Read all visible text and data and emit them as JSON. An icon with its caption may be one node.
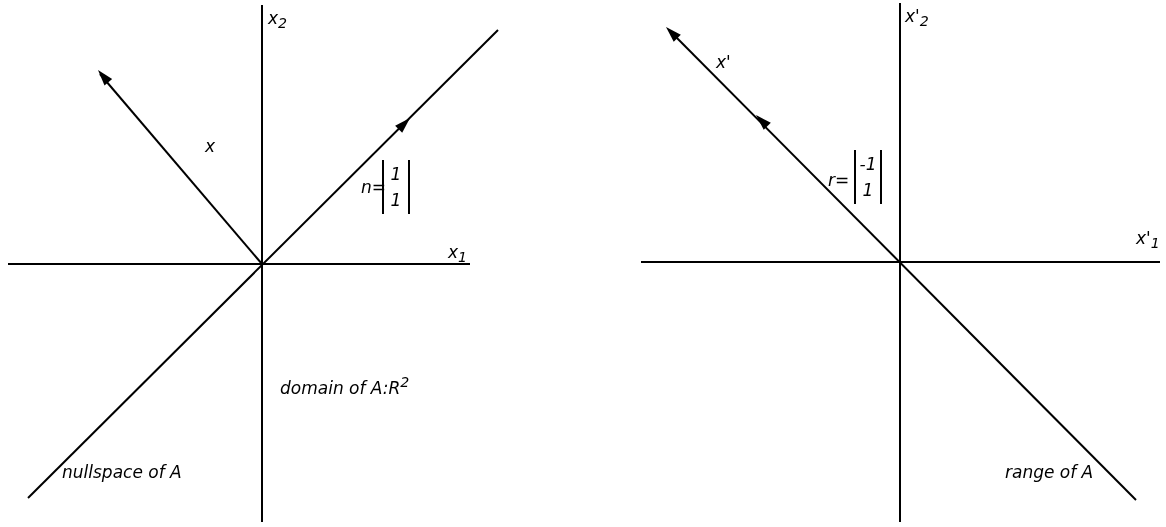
{
  "diagram": {
    "labels": [
      "x$_{2}$",
      "x",
      "n=",
      "1",
      "1",
      "x$_{1}$",
      "domain of A:R$^{2}$",
      "nullspace of A",
      "x'$_{2}$",
      "x'",
      "r=",
      "-1",
      "1",
      "x'$_{1}$",
      "range of A"
    ]
  }
}
